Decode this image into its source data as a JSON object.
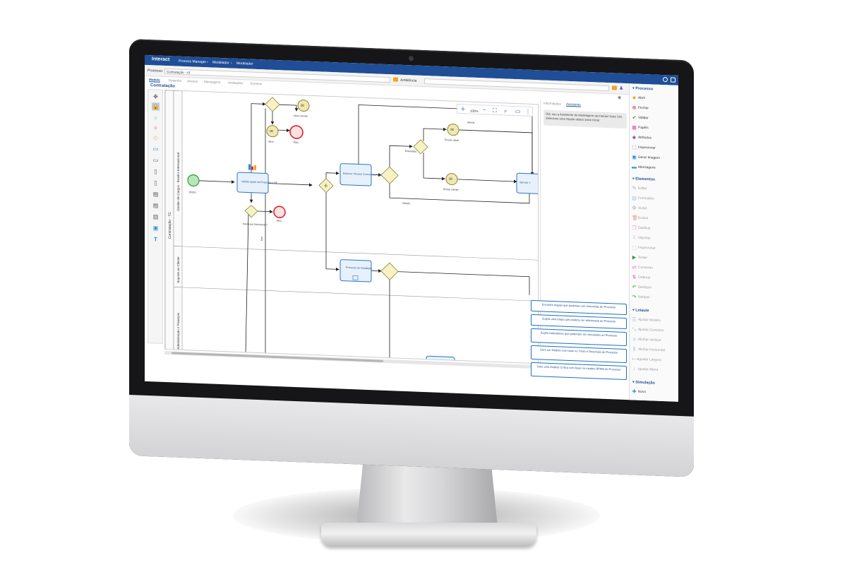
{
  "app": {
    "logo": "Interact",
    "breadcrumbs": [
      "Process Manager",
      "Modelador",
      "Modelador"
    ]
  },
  "process_row": {
    "label": "Processo:",
    "value": "Contratação - v3",
    "folder_label": "Ambiência"
  },
  "tabs": [
    {
      "label": "Modelo",
      "active": true
    },
    {
      "label": "Desenho",
      "active": false
    },
    {
      "label": "Anexos",
      "active": false
    },
    {
      "label": "Mensagens",
      "active": false
    },
    {
      "label": "Anotações",
      "active": false
    },
    {
      "label": "Eventos",
      "active": false
    }
  ],
  "diagram_title": "Contratação",
  "zoom": "100%",
  "pool": {
    "name": "Contratação - TC",
    "lanes": [
      "Gestão de Cargos - Brasil e Internacional",
      "Suporte ao Cliente",
      "Administração e Finanças"
    ]
  },
  "diagram": {
    "start_label": "Início",
    "task_validate": "Validar ajuste da Proposta e DP",
    "gateway_interest": "Interesse Solucionar?",
    "end_fim_1": "Fim",
    "end_fim_2": "Fim",
    "msg_novo_cliente": "Novo cliente",
    "msg_ativo": "Ativo",
    "task_elaborar": "Elaborar / Revisar Contrato ou Aditivo",
    "task_processo": "Processo de Instalação",
    "gateway_entendido": "Entendido",
    "msg_enviar_canal": "Enviar canal",
    "msg_enviar_cliente": "Enviar cliente",
    "task_aprovar": "Aprovar c",
    "label_alterar": "Alterar",
    "label_cliente": "Cliente",
    "label_sim": "Sim"
  },
  "assistant": {
    "tabs": [
      "Informações",
      "Assistente"
    ],
    "active_tab": "Assistente",
    "message": "Olá, sou a Assistente de Modelagem da Interact Suite SAI. Selecione uma Opção abaixo para iniciar.",
    "suggestions": [
      "Encontre etapas que poderiam ser removidas do Processo",
      "Sugira uma etapa que poderia ser adicionada ao Processo",
      "Sugira indicadores que poderiam ser vinculados ao Processo",
      "Gere um Modelo com base no Título e Descrição do Processo",
      "Gere uma Análise Crítica com base no modelo BPMN do Processo"
    ]
  },
  "sidebar": {
    "processo": {
      "title": "Processo",
      "items": [
        {
          "label": "Abrir",
          "icon": "folder-icon",
          "color": "#f2a51f"
        },
        {
          "label": "Fechar",
          "icon": "close-icon",
          "color": "#d9262c"
        },
        {
          "label": "Validar",
          "icon": "check-icon",
          "color": "#2e9b3a"
        },
        {
          "label": "Papéis",
          "icon": "roles-icon",
          "color": "#d84fb3"
        },
        {
          "label": "Atributos",
          "icon": "tag-icon",
          "color": "#8b5cc9"
        },
        {
          "label": "Inspecionar",
          "icon": "inspect-icon",
          "color": "#7c4dc4"
        },
        {
          "label": "Gerar Imagem",
          "icon": "image-icon",
          "color": "#2b8fd6"
        },
        {
          "label": "Mensagens",
          "icon": "message-icon",
          "color": "#2b8fd6"
        }
      ]
    },
    "elementos": {
      "title": "Elementos",
      "items": [
        {
          "label": "Editar",
          "icon": "edit-icon"
        },
        {
          "label": "Formulário",
          "icon": "form-icon"
        },
        {
          "label": "Script",
          "icon": "script-icon"
        },
        {
          "label": "Excluir",
          "icon": "delete-icon"
        },
        {
          "label": "Duplicar",
          "icon": "duplicate-icon"
        },
        {
          "label": "Importar",
          "icon": "import-icon"
        },
        {
          "label": "Inspecionar",
          "icon": "inspect-icon"
        },
        {
          "label": "Testar",
          "icon": "play-icon"
        },
        {
          "label": "Converter",
          "icon": "convert-icon"
        },
        {
          "label": "Ordenar",
          "icon": "sort-icon"
        },
        {
          "label": "Desfazer",
          "icon": "undo-icon"
        },
        {
          "label": "Refazer",
          "icon": "redo-icon"
        }
      ]
    },
    "leiaute": {
      "title": "Leiaute",
      "items": [
        {
          "label": "Ajustar Modelo",
          "icon": "adjust-model-icon"
        },
        {
          "label": "Ajustar Conectos",
          "icon": "adjust-connectors-icon"
        },
        {
          "label": "Alinhar Vertical",
          "icon": "align-vertical-icon"
        },
        {
          "label": "Alinhar Horizontal",
          "icon": "align-horizontal-icon"
        },
        {
          "label": "Igualar Largura",
          "icon": "equal-width-icon"
        },
        {
          "label": "Igualar Altura",
          "icon": "equal-height-icon"
        }
      ]
    },
    "simulacao": {
      "title": "Simulação",
      "items": [
        {
          "label": "Novo",
          "icon": "new-icon"
        }
      ]
    }
  },
  "colors": {
    "brand": "#1f4e96",
    "gateway_fill": "#f6f2c3",
    "start_event": "#2e9b3a",
    "end_event": "#d9262c",
    "task_border": "#2d73c7"
  }
}
